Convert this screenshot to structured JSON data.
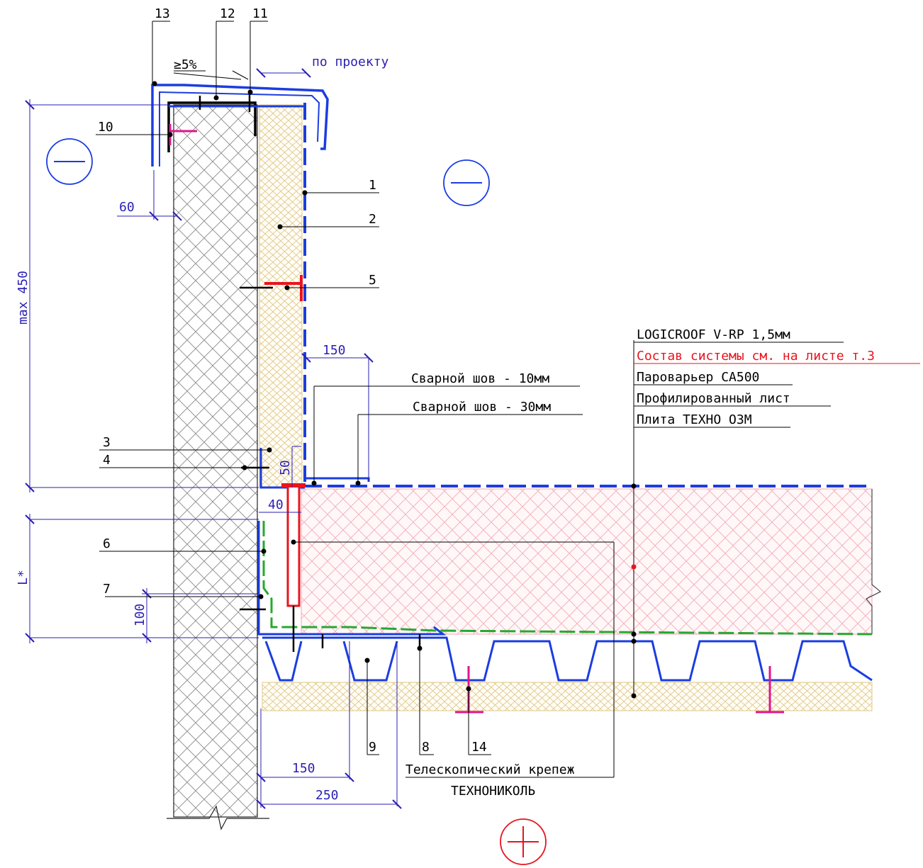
{
  "callouts": {
    "c1": "1",
    "c2": "2",
    "c3": "3",
    "c4": "4",
    "c5": "5",
    "c6": "6",
    "c7": "7",
    "c8": "8",
    "c9": "9",
    "c10": "10",
    "c11": "11",
    "c12": "12",
    "c13": "13",
    "c14": "14"
  },
  "dimensions": {
    "slope": "≥5%",
    "by_project": "по проекту",
    "parapet_60": "60",
    "max_height": "max 450",
    "lap_150_top": "150",
    "d_50": "50",
    "d_40": "40",
    "l_star": "L*",
    "d_100": "100",
    "lap_150_bottom": "150",
    "d_250": "250"
  },
  "welds": {
    "weld_10": "Сварной шов - 10мм",
    "weld_30": "Сварной шов - 30мм"
  },
  "layer_stack": [
    {
      "text": "LOGICROOF V-RP 1,5мм",
      "color": "#000000"
    },
    {
      "text": "Состав системы см. на листе т.3",
      "color": "#e8141e"
    },
    {
      "text": "Пароварьер СА500",
      "color": "#000000"
    },
    {
      "text": "Профилированный лист",
      "color": "#000000"
    },
    {
      "text": "Плита ТЕХНО ОЗМ",
      "color": "#000000"
    }
  ],
  "fastener_label": {
    "line1": "Телескопический крепеж",
    "line2": "ТЕХНОНИКОЛЬ"
  },
  "colors": {
    "membrane": "#1b3de0",
    "dimension": "#2a1fb5",
    "fastener": "#e8141e",
    "anchor": "#e0168c",
    "tape": "#27a82e",
    "insulation": "#e2c98a",
    "pir": "#f1a9b5"
  }
}
